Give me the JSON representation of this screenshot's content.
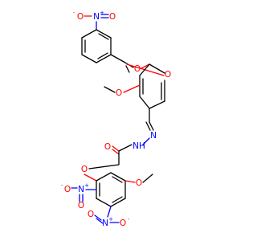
{
  "colors": {
    "bond": "#000000",
    "oxygen": "#ff0000",
    "nitrogen": "#0000ff",
    "background": "#ffffff"
  },
  "atoms": {
    "top_nitro_o_left": "O",
    "top_nitro_o_left_charge": "-",
    "top_nitro_n": "N",
    "top_nitro_n_charge": "+",
    "top_nitro_o_right": "O",
    "ester_carbonyl_o": "O",
    "ester_o": "O",
    "methoxy1_o": "O",
    "hydrazone_n1": "N",
    "hydrazone_nh": "N",
    "hydrazone_h": "H",
    "amide_o": "O",
    "ether_o": "O",
    "left_nitro_o_left": "O",
    "left_nitro_o_left_charge": "-",
    "left_nitro_n": "N",
    "left_nitro_n_charge": "+",
    "left_nitro_o_down": "O",
    "methoxy2_o": "O",
    "bottom_nitro_n": "N",
    "bottom_nitro_n_charge": "+",
    "bottom_nitro_o_up": "O",
    "bottom_nitro_o_right": "O",
    "bottom_nitro_o_right_charge": "-"
  }
}
